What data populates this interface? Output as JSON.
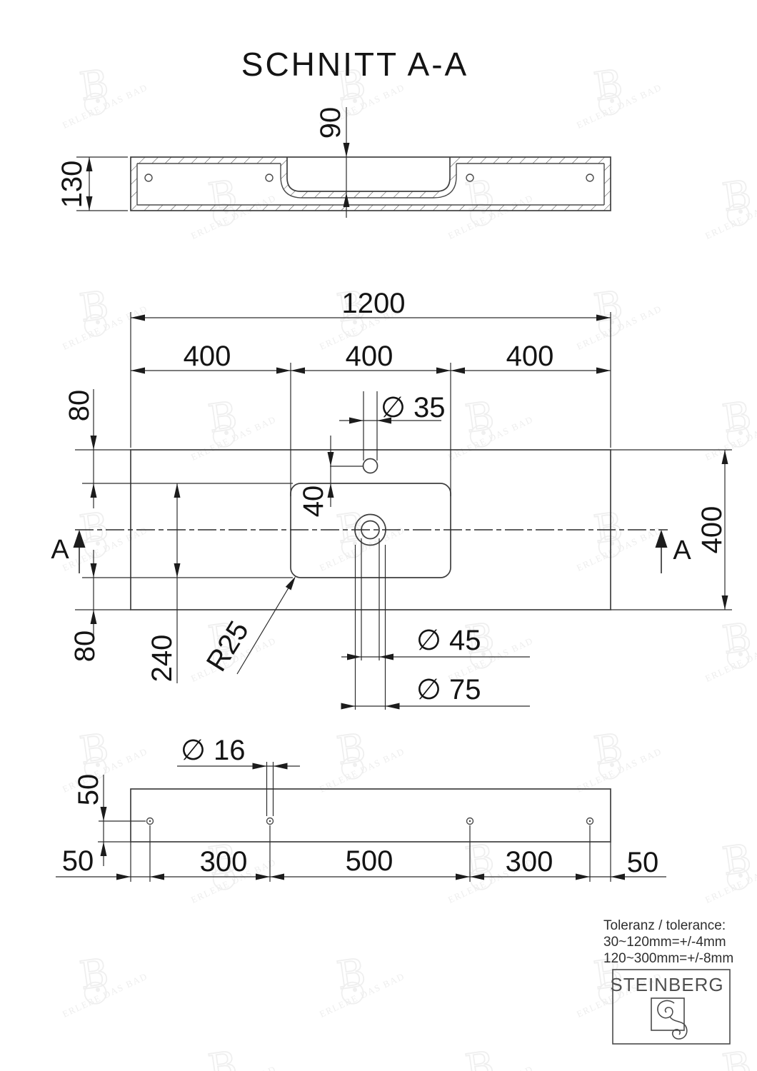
{
  "title": "SCHNITT A-A",
  "watermark": {
    "letter": "B",
    "text": "ERLEBE DAS BAD"
  },
  "section_view": {
    "height_label": "130",
    "basin_depth_label": "90"
  },
  "plan_view": {
    "total_width_label": "1200",
    "segment_left_label": "400",
    "segment_mid_label": "400",
    "segment_right_label": "400",
    "top_offset_label": "80",
    "recess_length_label": "240",
    "bottom_offset_label": "80",
    "depth_label": "400",
    "corner_radius_label": "R25",
    "faucet_hole_label": "∅ 35",
    "faucet_offset_label": "40",
    "drain_hole_label": "∅ 45",
    "drain_recess_label": "∅ 75",
    "section_marker_left": "A",
    "section_marker_right": "A"
  },
  "bottom_view": {
    "hole_diameter_label": "∅ 16",
    "edge_offset_label": "50",
    "spacings": [
      "50",
      "300",
      "500",
      "300",
      "50"
    ]
  },
  "tolerance": {
    "line1": "Toleranz / tolerance:",
    "line2": "30~120mm=+/-4mm",
    "line3": "120~300mm=+/-8mm"
  },
  "logo": {
    "brand": "STEINBERG"
  },
  "colors": {
    "line": "#3f3f3f",
    "dimension": "#2c2c2c",
    "text": "#141414",
    "watermark": "#efefef"
  }
}
